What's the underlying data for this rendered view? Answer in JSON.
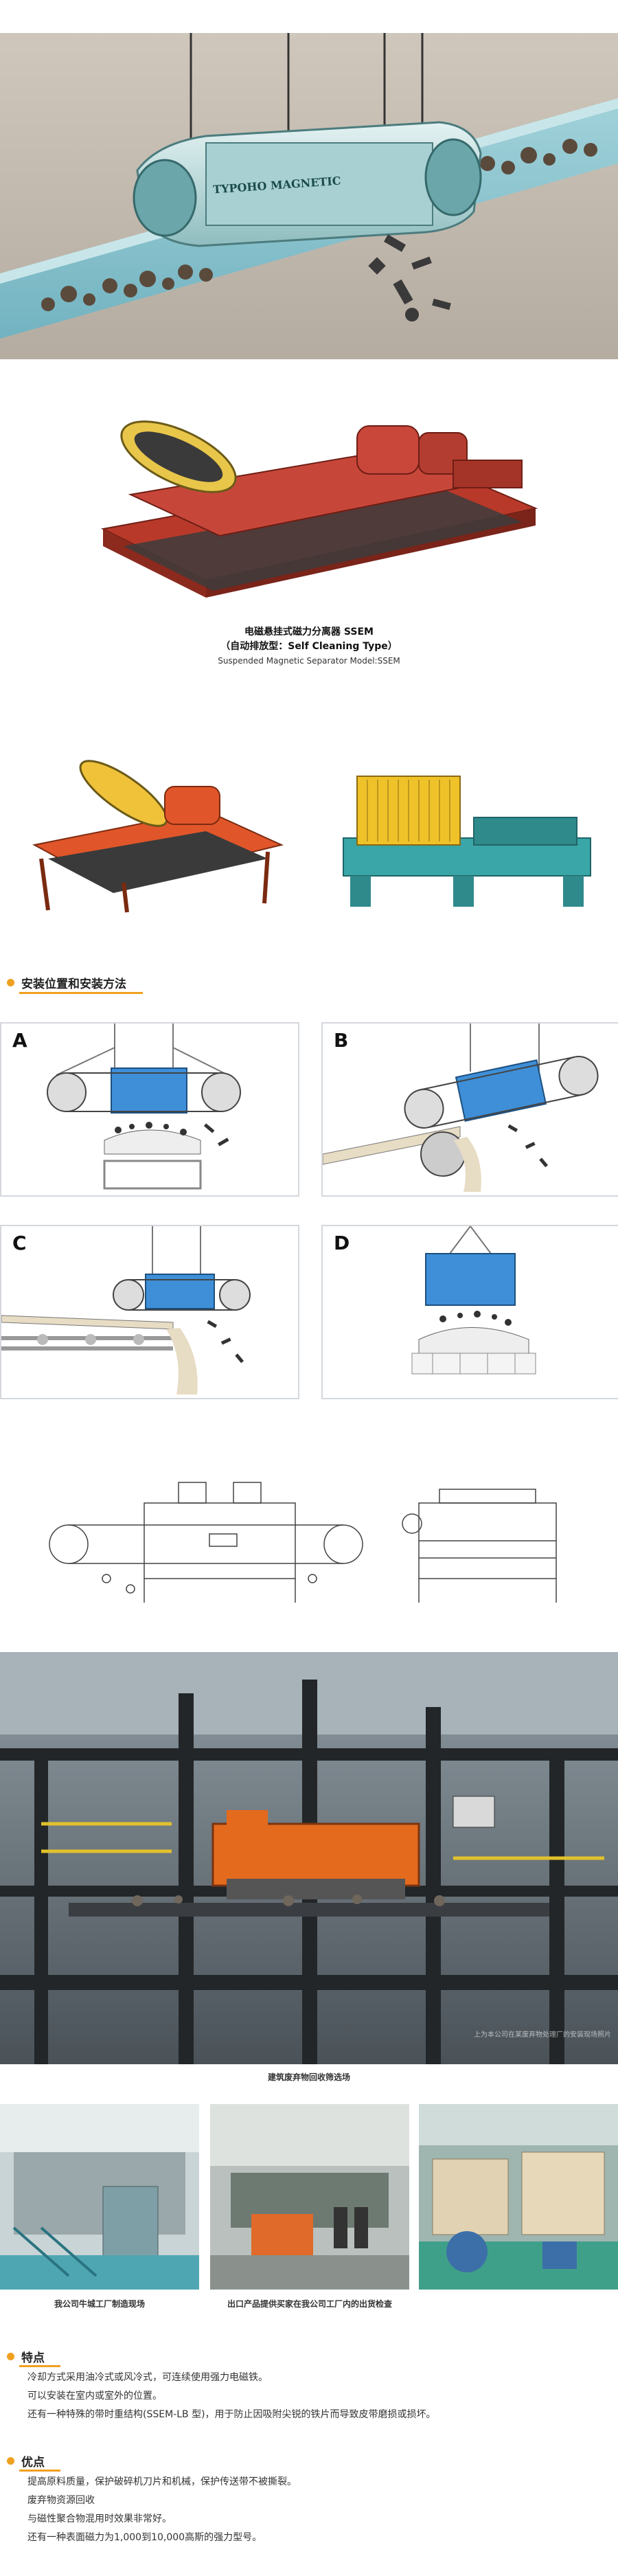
{
  "product": {
    "title_cn": "电磁悬挂式磁力分离器 SSEM",
    "title_cn_sub": "（自动排放型：Self Cleaning Type）",
    "title_en": "Suspended Magnetic Separator Model:SSEM",
    "belt_text": "TYPOHO MAGNETIC"
  },
  "installation": {
    "heading": "安装位置和安装方法",
    "panels": [
      {
        "label": "A"
      },
      {
        "label": "B"
      },
      {
        "label": "C"
      },
      {
        "label": "D"
      }
    ]
  },
  "photos": {
    "main_caption": "建筑废弃物回收筛选场",
    "watermark": "上为本公司在某废弃物处理厂的安装现场照片",
    "small_captions": [
      "我公司牛城工厂制造现场",
      "出口产品提供买家在我公司工厂内的出货检查"
    ]
  },
  "features": {
    "heading": "特点",
    "lines": [
      "冷却方式采用油冷式或风冷式，可连续使用强力电磁铁。",
      "可以安装在室内或室外的位置。",
      "还有一种特殊的带时重结构(SSEM-LB 型)，用于防止因吸附尖锐的铁片而导致皮带磨损或损坏。"
    ]
  },
  "advantages": {
    "heading": "优点",
    "lines": [
      "提高原料质量，保护破碎机刀片和机械，保护传送带不被撕裂。",
      "废弃物资源回收",
      "与磁性聚合物混用时效果非常好。",
      "还有一种表面磁力为1,000到10,000高斯的强力型号。"
    ]
  },
  "colors": {
    "accent": "#f0a020",
    "machine_red": "#b8392a",
    "machine_orange": "#e0562a",
    "magnet_blue": "#3e8fd8",
    "teal": "#3aa6a8"
  }
}
